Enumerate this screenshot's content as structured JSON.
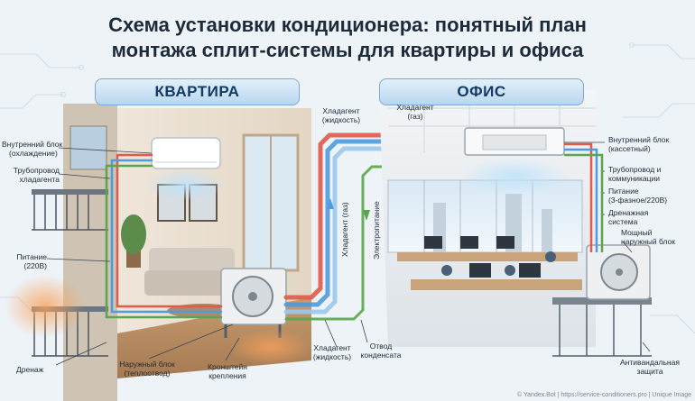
{
  "title": {
    "line1": "Схема установки кондиционера: понятный план",
    "line2": "монтажа сплит-системы для квартиры и офиса"
  },
  "tabs": {
    "apartment": "КВАРТИРА",
    "office": "ОФИС"
  },
  "apartment_labels": {
    "indoor_unit_1": "Внутренний блок",
    "indoor_unit_2": "(охлаждение)",
    "pipe_1": "Трубопровод",
    "pipe_2": "хладагента",
    "power_1": "Питание",
    "power_2": "(220В)",
    "drain": "Дренаж",
    "outdoor_1": "Наружный блок",
    "outdoor_2": "(теплоотвод)",
    "bracket_1": "Кронштейн",
    "bracket_2": "крепления"
  },
  "center_labels": {
    "refrigerant_liquid_top_1": "Хладагент",
    "refrigerant_liquid_top_2": "(жидкость)",
    "refrigerant_gas_top_1": "Хладагент",
    "refrigerant_gas_top_2": "(газ)",
    "refrigerant_gas_vertical": "Хладагент (газ)",
    "power_vertical": "Электропитание",
    "refrigerant_liquid_bottom_1": "Хладагент",
    "refrigerant_liquid_bottom_2": "(жидкость)",
    "condensate_1": "Отвод",
    "condensate_2": "конденсата"
  },
  "office_labels": {
    "indoor_1": "Внутренний блок",
    "indoor_2": "(кассетный)",
    "piping_1": "Трубопровод и",
    "piping_2": "коммуникации",
    "power_1": "Питание",
    "power_2": "(3-фазное/220В)",
    "drain_1": "Дренажная",
    "drain_2": "система",
    "outdoor_1": "Мощный",
    "outdoor_2": "наружный блок",
    "antivandal_1": "Антивандальная",
    "antivandal_2": "защита"
  },
  "watermark": "© Yandex.Bot | https://service-conditioners.pro | Unique Image",
  "colors": {
    "liquid_line": "#e25a4a",
    "gas_line": "#4f9be0",
    "power_line": "#5aa64e",
    "title_text": "#1d2a3a",
    "tab_text": "#123a63"
  }
}
